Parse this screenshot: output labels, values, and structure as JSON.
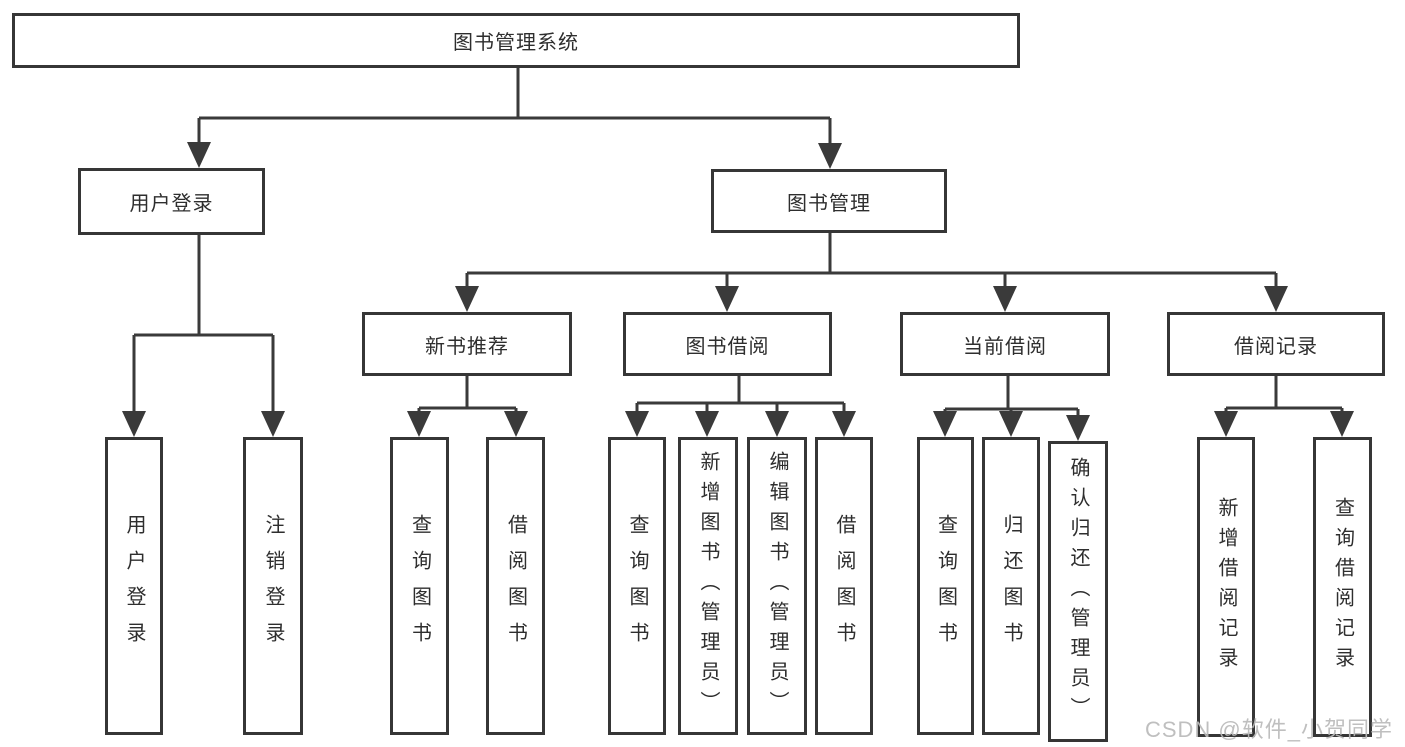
{
  "diagram": {
    "tree": {
      "label": "图书管理系统",
      "children": [
        {
          "label": "用户登录",
          "children": [
            {
              "label": "用户登录"
            },
            {
              "label": "注销登录"
            }
          ]
        },
        {
          "label": "图书管理",
          "children": [
            {
              "label": "新书推荐",
              "children": [
                {
                  "label": "查询图书"
                },
                {
                  "label": "借阅图书"
                }
              ]
            },
            {
              "label": "图书借阅",
              "children": [
                {
                  "label": "查询图书"
                },
                {
                  "label": "新增图书（管理员）"
                },
                {
                  "label": "编辑图书（管理员）"
                },
                {
                  "label": "借阅图书"
                }
              ]
            },
            {
              "label": "当前借阅",
              "children": [
                {
                  "label": "查询图书"
                },
                {
                  "label": "归还图书"
                },
                {
                  "label": "确认归还（管理员）"
                }
              ]
            },
            {
              "label": "借阅记录",
              "children": [
                {
                  "label": "新增借阅记录"
                },
                {
                  "label": "查询借阅记录"
                }
              ]
            }
          ]
        }
      ]
    },
    "line_color": "#3a3a3a",
    "watermark": "CSDN @软件_小贺同学"
  }
}
